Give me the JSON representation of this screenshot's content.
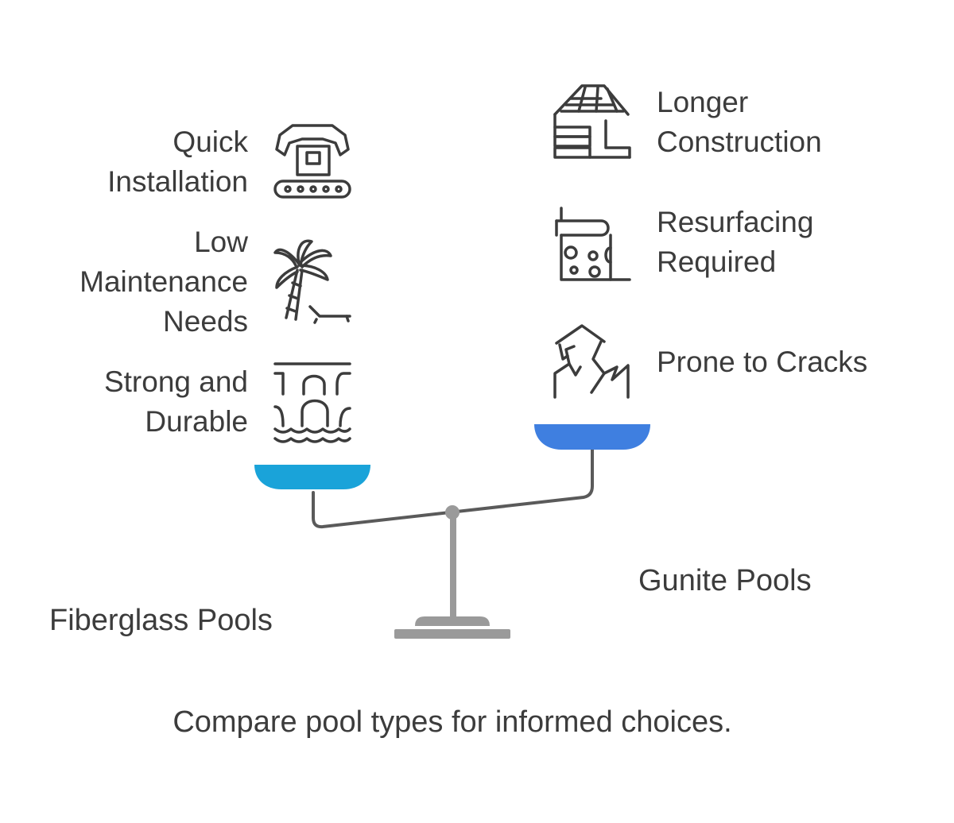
{
  "left_side": {
    "title": "Fiberglass Pools",
    "pan_color": "#1aa3d9",
    "items": [
      {
        "lines": [
          "Quick",
          "Installation"
        ],
        "icon": "conveyor-robot-arm-icon"
      },
      {
        "lines": [
          "Low",
          "Maintenance",
          "Needs"
        ],
        "icon": "palm-tree-lounger-icon"
      },
      {
        "lines": [
          "Strong and",
          "Durable"
        ],
        "icon": "stone-bridge-icon"
      }
    ]
  },
  "right_side": {
    "title": "Gunite Pools",
    "pan_color": "#3f7fe0",
    "items": [
      {
        "lines": [
          "Longer",
          "Construction"
        ],
        "icon": "house-construction-icon"
      },
      {
        "lines": [
          "Resurfacing",
          "Required"
        ],
        "icon": "peeling-wall-icon"
      },
      {
        "lines": [
          "Prone to Cracks"
        ],
        "icon": "cracked-house-icon"
      }
    ]
  },
  "caption": "Compare pool types for informed choices.",
  "colors": {
    "beam": "#5a5a5a",
    "stand": "#9a9a9a",
    "icon_stroke": "#3c3c3c",
    "text": "#3c3c3c"
  }
}
